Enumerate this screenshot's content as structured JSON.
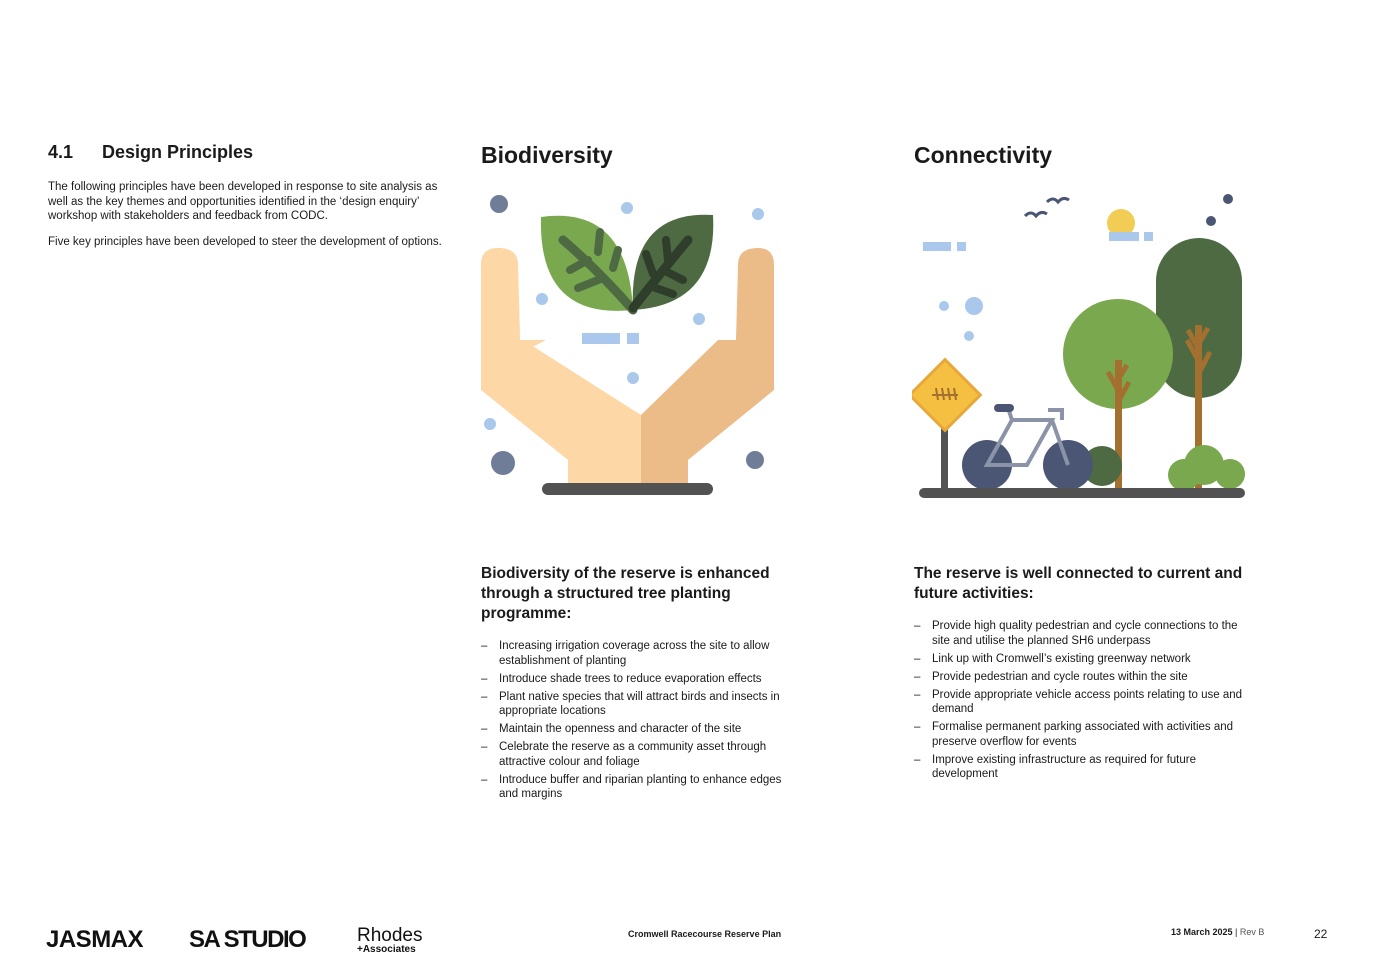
{
  "section": {
    "number": "4.1",
    "title": "Design Principles",
    "intro": [
      "The following principles have been developed in response to site analysis as well as the key themes and opportunities identified in the ‘design enquiry’ workshop with stakeholders and feedback from CODC.",
      "Five key principles have been developed to steer the development of options."
    ]
  },
  "biodiversity": {
    "title": "Biodiversity",
    "illustration_icon": "hands-holding-leaves-icon",
    "lead": "Biodiversity of the reserve is enhanced through a structured tree planting programme:",
    "points": [
      "Increasing irrigation coverage across the site to allow establishment of planting",
      "Introduce shade trees to reduce evaporation effects",
      "Plant native species that will attract birds and insects in appropriate locations",
      "Maintain the openness and character of the site",
      "Celebrate the reserve as a community asset through attractive colour and foliage",
      "Introduce buffer and riparian planting to enhance edges and margins"
    ]
  },
  "connectivity": {
    "title": "Connectivity",
    "illustration_icon": "bicycle-trees-sign-icon",
    "lead": "The reserve is well connected to current and future activities:",
    "points": [
      "Provide high quality pedestrian and cycle connections to the site and utilise the planned SH6 underpass",
      "Link up with Cromwell’s existing greenway network",
      "Provide pedestrian and cycle routes within the site",
      "Provide appropriate vehicle access points relating to use and demand",
      "Formalise permanent parking associated with activities and preserve overflow for events",
      "Improve existing infrastructure as required for future development"
    ]
  },
  "footer": {
    "logo_jasmax": "JASMAX",
    "logo_sa": "SA STUDIO",
    "logo_rhodes": "Rhodes",
    "logo_rhodes_sub": "+Associates",
    "doc_title": "Cromwell Racecourse Reserve Plan",
    "date": "13 March 2025",
    "separator": " | ",
    "rev": "Rev B",
    "page": "22"
  },
  "colors": {
    "leaf_light": "#7aa84e",
    "leaf_dark": "#4e6a43",
    "hand_light": "#fdd7a6",
    "hand_dark": "#ebbb88",
    "dot_blue": "#a9c8ec",
    "dot_slate": "#6f7d98",
    "ground": "#525252",
    "sun": "#f2cd55",
    "trunk": "#a3702f",
    "sign": "#f5c042",
    "bike": "#4b5675"
  }
}
